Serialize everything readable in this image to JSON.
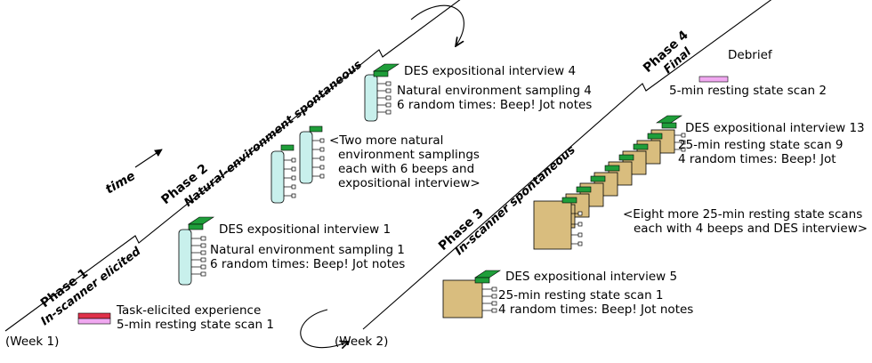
{
  "time_label": "time",
  "week1": "(Week 1)",
  "week2": "(Week 2)",
  "debrief": "Debrief",
  "phase1": {
    "title": "Phase 1",
    "subtitle": "In-scanner elicited",
    "legend_line1": "Task-elicited experience",
    "legend_line2": "5-min resting state scan 1",
    "colors": {
      "task": "#e0304a",
      "rest": "#f0a8f0"
    }
  },
  "phase2": {
    "title": "Phase 2",
    "subtitle": "Natural-environment spontaneous",
    "block1": [
      "DES expositional interview 1",
      "Natural environment sampling 1",
      "6 random times: Beep! Jot notes"
    ],
    "block4": [
      "DES expositional interview 4",
      "Natural environment sampling 4",
      "6 random times: Beep! Jot notes"
    ],
    "middle": [
      "<Two more natural",
      "environment samplings",
      "each with 6 beeps and",
      "expositional interview>"
    ],
    "colors": {
      "sampling": "#c8f0ec",
      "interview": "#1f9e3a"
    }
  },
  "phase3": {
    "title": "Phase 3",
    "subtitle": "In-scanner spontaneous",
    "block5": [
      "DES expositional interview 5",
      "25-min resting state scan 1",
      "4 random times: Beep! Jot notes"
    ],
    "block13": [
      "DES expositional interview 13",
      "25-min resting state scan 9",
      "4 random times: Beep! Jot"
    ],
    "middle": [
      "<Eight more 25-min resting state scans",
      "each with 4 beeps and DES interview>"
    ],
    "colors": {
      "scan": "#d9bd7e"
    }
  },
  "phase4": {
    "title": "Phase 4",
    "subtitle": "Final",
    "rest_label": "5-min resting state scan 2"
  }
}
